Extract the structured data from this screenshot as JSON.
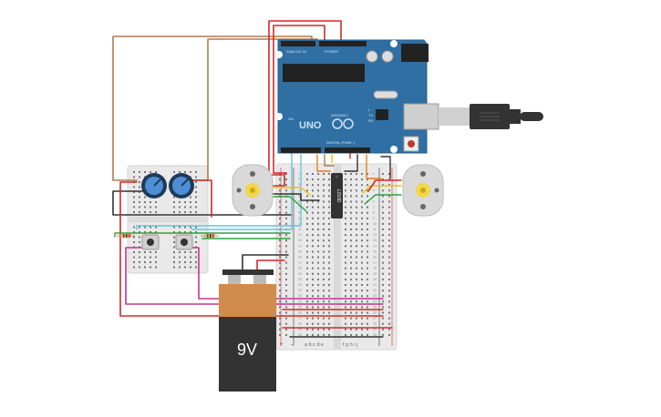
{
  "arduino": {
    "logo_text": "UNO",
    "brand_text": "ARDUINO",
    "header_analog": "ANALOG IN",
    "header_power": "POWER",
    "header_digital": "DIGITAL (PWM~)",
    "label_on": "ON",
    "label_tx": "TX",
    "label_rx": "RX",
    "label_l": "L"
  },
  "driver_chip": {
    "label": "L293D"
  },
  "battery": {
    "label": "9V"
  },
  "breadboard": {
    "column_letters_left": [
      "a",
      "b",
      "c",
      "d",
      "e"
    ],
    "column_letters_right": [
      "f",
      "g",
      "h",
      "i",
      "j"
    ],
    "rail_plus": "+",
    "rail_minus": "-",
    "row_numbers": [
      "1",
      "2",
      "3",
      "4",
      "5",
      "6",
      "7",
      "8",
      "9",
      "10",
      "11",
      "12",
      "13",
      "14",
      "15",
      "16",
      "17",
      "18",
      "19",
      "20",
      "21",
      "22",
      "23",
      "24",
      "25",
      "26",
      "27",
      "28",
      "29",
      "30"
    ]
  },
  "colors": {
    "arduino_board": "#2f6fa3",
    "arduino_dark": "#245d8c",
    "breadboard": "#e8e8e8",
    "wire_red": "#d22a2a",
    "wire_black": "#333333",
    "wire_brown": "#b07a50",
    "wire_magenta": "#c2368e",
    "wire_green": "#2ea043",
    "wire_yellow": "#e6c300",
    "wire_orange": "#e67e22",
    "wire_cyan": "#6cc4d8",
    "battery_top": "#d18b4a",
    "battery_body": "#333333"
  },
  "icons": {
    "potentiometer": "potentiometer-icon",
    "motor": "dc-motor-icon",
    "usb": "usb-cable-icon",
    "pushbutton": "pushbutton-icon",
    "resistor": "resistor-icon"
  }
}
